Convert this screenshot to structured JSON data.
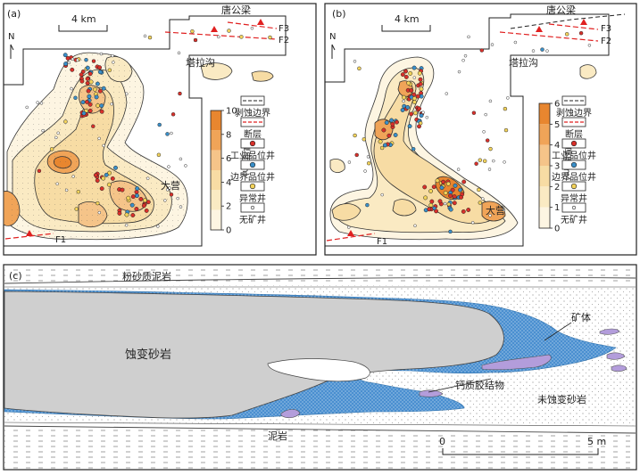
{
  "panels": {
    "a": {
      "label": "(a)",
      "scale": "4 km",
      "north": "N",
      "place_tang": "唐公梁",
      "place_tala": "塔拉沟",
      "place_dayin": "大营",
      "fault_f1": "F1",
      "fault_f2": "F2",
      "fault_f3": "F3",
      "colorbar_title": "厚度(m)",
      "colorbar_ticks": [
        "10",
        "8",
        "6",
        "4",
        "2",
        "0"
      ],
      "colorbar_colors": [
        "#e8862f",
        "#f0a458",
        "#f5c489",
        "#f7dca4",
        "#faeac3",
        "#fdf5e2"
      ]
    },
    "b": {
      "label": "(b)",
      "scale": "4 km",
      "north": "N",
      "place_tang": "唐公梁",
      "place_tala": "塔拉沟",
      "place_dayin": "大营",
      "fault_f1": "F1",
      "fault_f2": "F2",
      "fault_f3": "F3",
      "colorbar_title": "厚度(m)",
      "colorbar_ticks": [
        "6",
        "5",
        "4",
        "3",
        "2",
        "1",
        "0"
      ],
      "colorbar_colors": [
        "#e8862f",
        "#f0a458",
        "#f5c489",
        "#f7dca4",
        "#faeac3",
        "#fdf5e2"
      ]
    },
    "c": {
      "label": "(c)",
      "silty_mudstone": "粉砂质泥岩",
      "altered_sandstone": "蚀变砂岩",
      "orebody": "矿体",
      "calcareous": "钙质胶结物",
      "unaltered_sandstone": "未蚀变砂岩",
      "mudstone": "泥岩",
      "scale_zero": "0",
      "scale_end": "5 m"
    }
  },
  "legend": {
    "items": [
      {
        "key": "erosion",
        "label": "剥蚀边界"
      },
      {
        "key": "fault",
        "label": "断层"
      },
      {
        "key": "industrial",
        "label": "工业品位井"
      },
      {
        "key": "boundary",
        "label": "边界品位井"
      },
      {
        "key": "abnormal",
        "label": "异常井"
      },
      {
        "key": "barren",
        "label": "无矿井"
      }
    ]
  },
  "colors": {
    "industrial_well": "#d8302a",
    "boundary_well": "#3a8fc9",
    "abnormal_well": "#f3d35b",
    "barren_well": "#ffffff",
    "fault": "#e02020",
    "orebody": "#4a8fd0",
    "calcareous": "#b39ddb",
    "altered": "#cfcfcf"
  }
}
